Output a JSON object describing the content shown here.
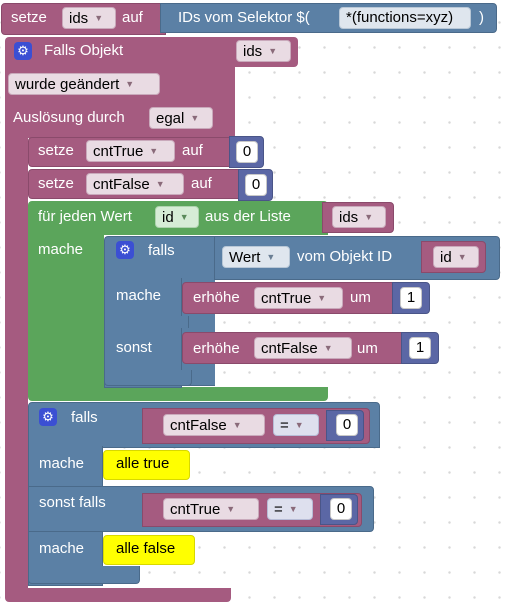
{
  "blocks": {
    "setze_ids": {
      "setze": "setze",
      "var": "ids",
      "auf": "auf",
      "selector_label": "IDs vom Selektor $(",
      "selector_value": "*(functions=xyz)",
      "selector_close": ")"
    },
    "trigger": {
      "title": "Falls Objekt",
      "object_var": "ids",
      "condition": "wurde geändert",
      "trigger_label": "Auslösung durch",
      "trigger_value": "egal"
    },
    "set_cnt_true": {
      "setze": "setze",
      "var": "cntTrue",
      "auf": "auf",
      "value": "0"
    },
    "set_cnt_false": {
      "setze": "setze",
      "var": "cntFalse",
      "auf": "auf",
      "value": "0"
    },
    "for_each": {
      "label": "für jeden Wert",
      "var": "id",
      "from_list": "aus der Liste",
      "list_var": "ids",
      "do_label": "mache"
    },
    "if_inner": {
      "falls": "falls",
      "prop": "Wert",
      "of_object": "vom Objekt ID",
      "id_var": "id",
      "do_label": "mache",
      "else_label": "sonst",
      "inc_true": {
        "label": "erhöhe",
        "var": "cntTrue",
        "by": "um",
        "value": "1"
      },
      "inc_false": {
        "label": "erhöhe",
        "var": "cntFalse",
        "by": "um",
        "value": "1"
      }
    },
    "if_outer": {
      "falls": "falls",
      "cond1": {
        "var": "cntFalse",
        "op": "=",
        "value": "0"
      },
      "do_label1": "mache",
      "result1": "alle true",
      "elseif_label": "sonst falls",
      "cond2": {
        "var": "cntTrue",
        "op": "=",
        "value": "0"
      },
      "do_label2": "mache",
      "result2": "alle false"
    }
  },
  "colors": {
    "variables": "#A55B80",
    "logic": "#5B80A5",
    "math": "#5B67A5",
    "loop": "#5BA55B",
    "comment": "#FFFF00",
    "gear": "#3b4fd3"
  },
  "icons": {
    "gear": "⚙",
    "caret": "▼"
  }
}
